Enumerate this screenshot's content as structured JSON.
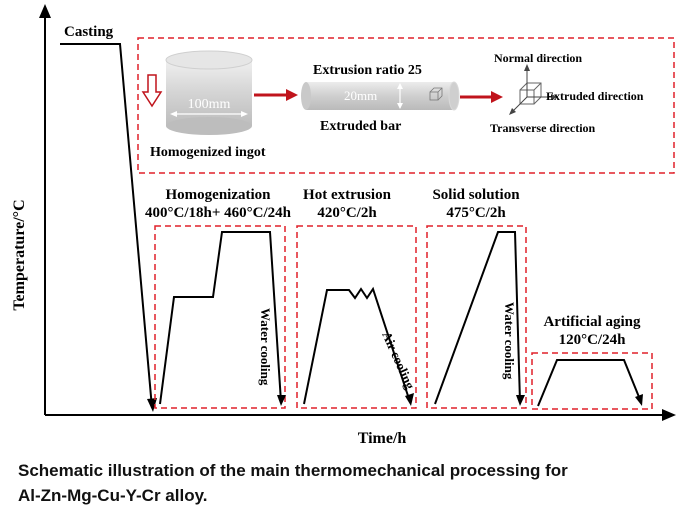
{
  "axes": {
    "ylabel": "Temperature/°C",
    "xlabel": "Time/h"
  },
  "stages": {
    "casting": "Casting",
    "homogenization": {
      "title": "Homogenization",
      "params": "400°C/18h+ 460°C/24h",
      "cooling": "Water cooling"
    },
    "extrusion": {
      "title": "Hot extrusion",
      "params": "420°C/2h",
      "cooling": "Air cooling"
    },
    "solution": {
      "title": "Solid solution",
      "params": "475°C/2h",
      "cooling": "Water cooling"
    },
    "aging": {
      "title": "Artificial aging",
      "params": "120°C/24h"
    }
  },
  "process": {
    "ingot_size": "100mm",
    "ingot_label": "Homogenized ingot",
    "extrusion_ratio": "Extrusion ratio 25",
    "bar_size": "20mm",
    "bar_label": "Extruded bar",
    "normal_direction": "Normal direction",
    "extruded_direction": "Extruded direction",
    "transverse_direction": "Transverse direction"
  },
  "caption": {
    "line1": "Schematic illustration of the main thermomechanical processing for",
    "line2": "Al-Zn-Mg-Cu-Y-Cr alloy."
  },
  "colors": {
    "dashed_box": "#e0202a",
    "arrow": "#c0141c",
    "cylinder": "#d6d6d6",
    "curve": "#000000"
  }
}
